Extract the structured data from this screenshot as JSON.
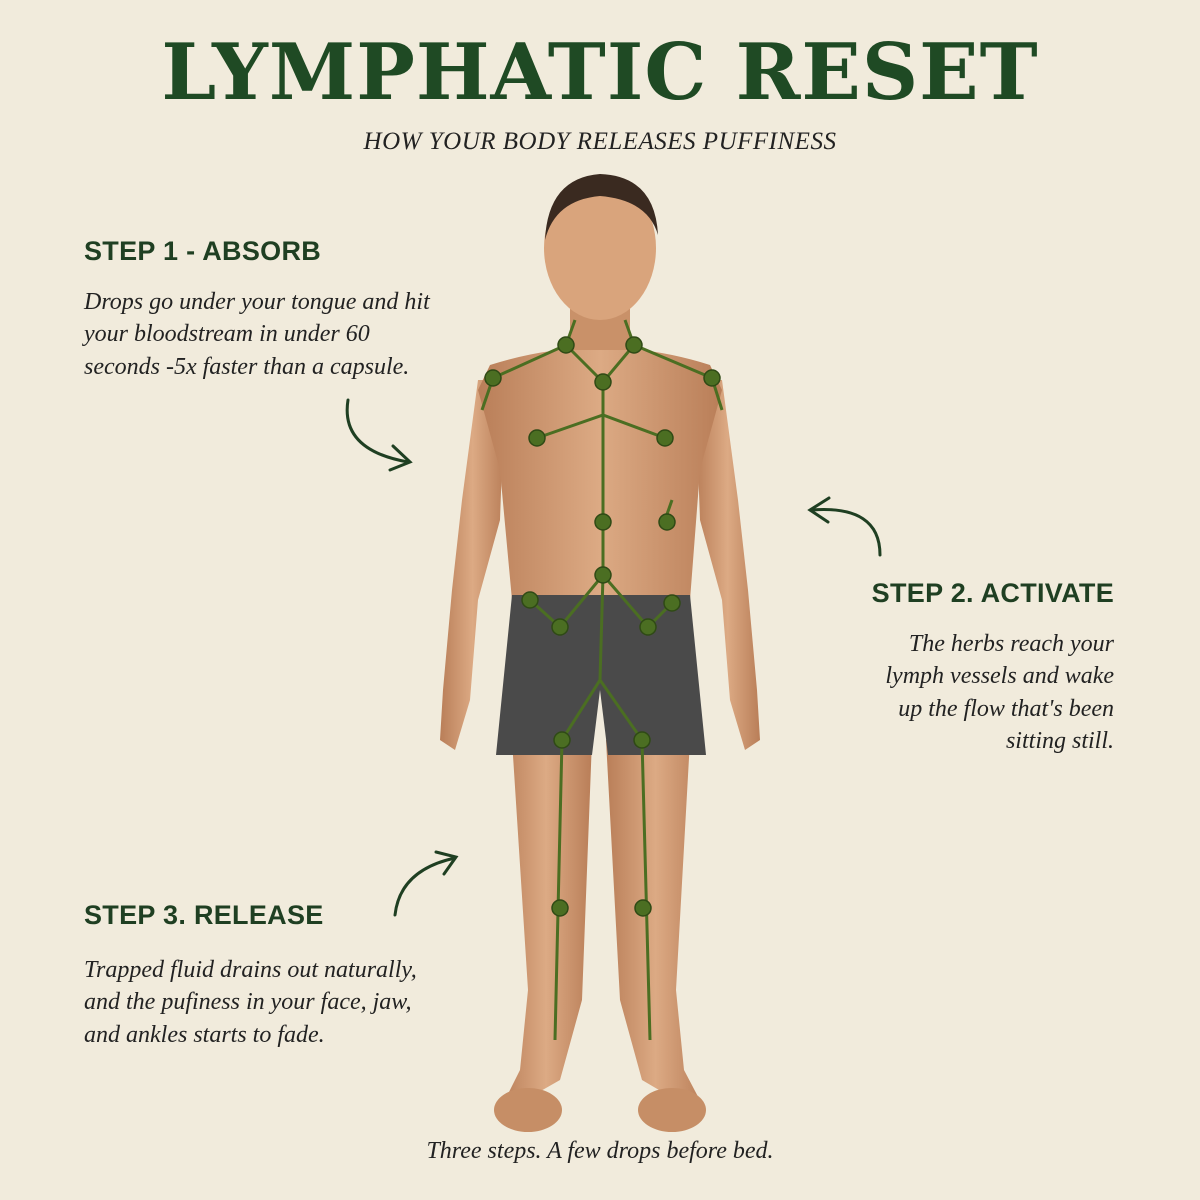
{
  "title": "LYMPHATIC RESET",
  "subtitle": "HOW YOUR BODY RELEASES PUFFINESS",
  "steps": [
    {
      "title": "STEP 1 - ABSORB",
      "body": "Drops go under your tongue and hit\nyour bloodstream in under 60\nseconds -5x faster than a capsule."
    },
    {
      "title": "STEP 2. ACTIVATE",
      "body": "The herbs reach your\nlymph vessels and wake\nup the flow that's been\nsitting still."
    },
    {
      "title": "STEP 3. RELEASE",
      "body": "Trapped fluid drains out naturally,\nand the pufiness in your face, jaw,\nand ankles starts to fade."
    }
  ],
  "footer": "Three steps. A few drops before bed.",
  "colors": {
    "background": "#f1ebdc",
    "title_green": "#1f4a24",
    "lymph_green": "#4b6e22",
    "skin": "#d7a27c",
    "shorts": "#4a4a4a"
  },
  "icons": [
    "curved-arrow-icon",
    "curved-arrow-icon",
    "curved-arrow-icon"
  ]
}
